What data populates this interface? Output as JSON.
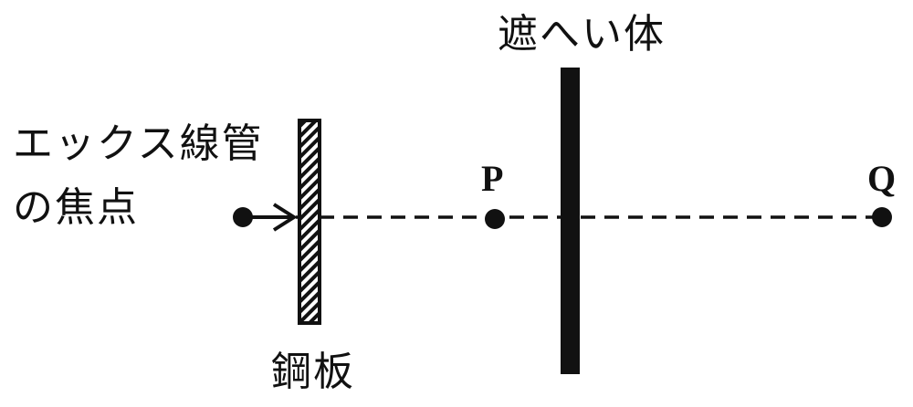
{
  "labels": {
    "source_line1": "エックス線管",
    "source_line2": "の焦点",
    "shield": "遮へい体",
    "steel_plate": "鋼板",
    "point_p": "P",
    "point_q": "Q"
  },
  "colors": {
    "ink": "#111111",
    "background": "#ffffff"
  }
}
